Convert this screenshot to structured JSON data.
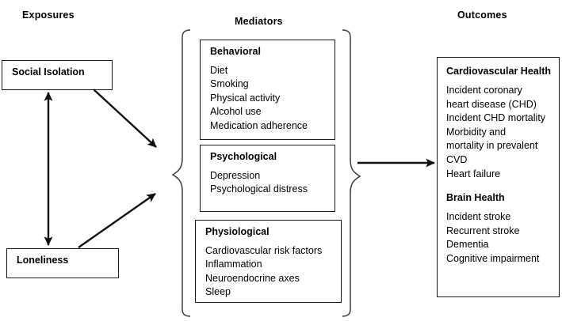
{
  "headers": {
    "exposures": "Exposures",
    "mediators": "Mediators",
    "outcomes": "Outcomes"
  },
  "exposures": {
    "boxes": [
      {
        "label": "Social Isolation"
      },
      {
        "label": "Loneliness"
      }
    ]
  },
  "mediators": {
    "groups": [
      {
        "title": "Behavioral",
        "items": [
          "Diet",
          "Smoking",
          "Physical activity",
          "Alcohol use",
          "Medication adherence"
        ]
      },
      {
        "title": "Psychological",
        "items": [
          "Depression",
          "Psychological distress"
        ]
      },
      {
        "title": "Physiological",
        "items": [
          "Cardiovascular risk factors",
          "Inflammation",
          "Neuroendocrine axes",
          "Sleep"
        ]
      }
    ]
  },
  "outcomes": {
    "groups": [
      {
        "title": "Cardiovascular Health",
        "items": [
          "Incident coronary",
          "heart disease (CHD)",
          "Incident CHD mortality",
          "Morbidity and",
          "mortality in prevalent",
          "CVD",
          "Heart failure"
        ]
      },
      {
        "title": "Brain Health",
        "items": [
          "Incident stroke",
          "Recurrent stroke",
          "Dementia",
          "Cognitive impairment"
        ]
      }
    ]
  },
  "connectors": [
    {
      "name": "social-isolation-to-mediators",
      "type": "arrow-single"
    },
    {
      "name": "loneliness-to-mediators",
      "type": "arrow-single"
    },
    {
      "name": "social-isolation-loneliness-bidirectional",
      "type": "arrow-double"
    },
    {
      "name": "mediators-to-outcomes",
      "type": "arrow-single"
    }
  ],
  "colors": {
    "stroke": "#111111",
    "brace": "#3a3a3a",
    "background": "#ffffff",
    "text": "#000000"
  }
}
